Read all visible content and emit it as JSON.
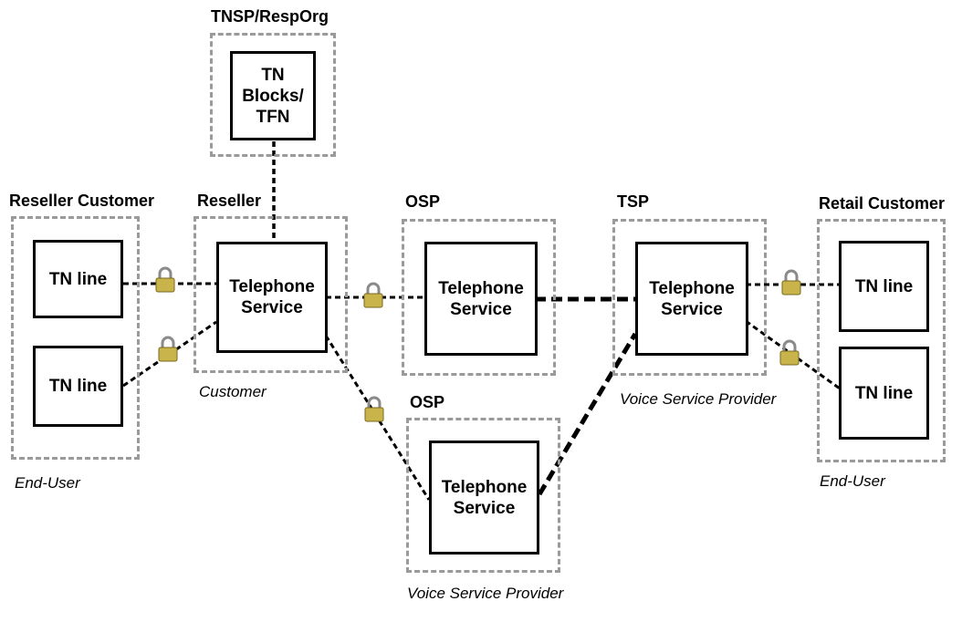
{
  "groups": {
    "tnsp": {
      "title": "TNSP/RespOrg",
      "node": "TN\nBlocks/\nTFN"
    },
    "reseller_customer": {
      "title": "Reseller Customer",
      "role": "End-User",
      "node1": "TN line",
      "node2": "TN line"
    },
    "reseller": {
      "title": "Reseller",
      "role": "Customer",
      "node": "Telephone\nService"
    },
    "osp_top": {
      "title": "OSP",
      "node": "Telephone\nService"
    },
    "tsp": {
      "title": "TSP",
      "role": "Voice Service\nProvider",
      "node": "Telephone\nService"
    },
    "retail_customer": {
      "title": "Retail Customer",
      "role": "End-User",
      "node1": "TN line",
      "node2": "TN line"
    },
    "osp_bottom": {
      "title": "OSP",
      "role": "Voice Service\nProvider",
      "node": "Telephone\nService"
    }
  },
  "colors": {
    "group_border": "#9a9a9a",
    "lock_body": "#c8b44a",
    "lock_shackle": "#8a8a8a"
  }
}
